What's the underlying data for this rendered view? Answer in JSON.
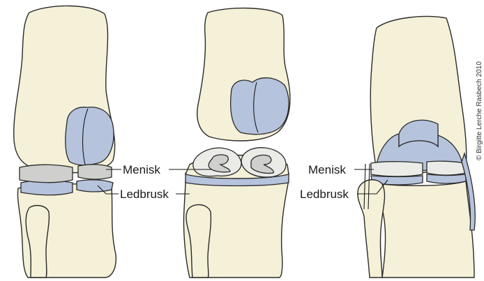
{
  "labels": {
    "menisk_left": "Menisk",
    "ledbrusk_left": "Ledbrusk",
    "menisk_right": "Menisk",
    "ledbrusk_right": "Ledbrusk"
  },
  "copyright": "© Birgitte Lerche Rasbech 2010",
  "colors": {
    "bone": "#f4f1d8",
    "cartilage": "#b5c3dc",
    "meniscus": "#cfcfcd",
    "outline": "#2a2a2a"
  }
}
